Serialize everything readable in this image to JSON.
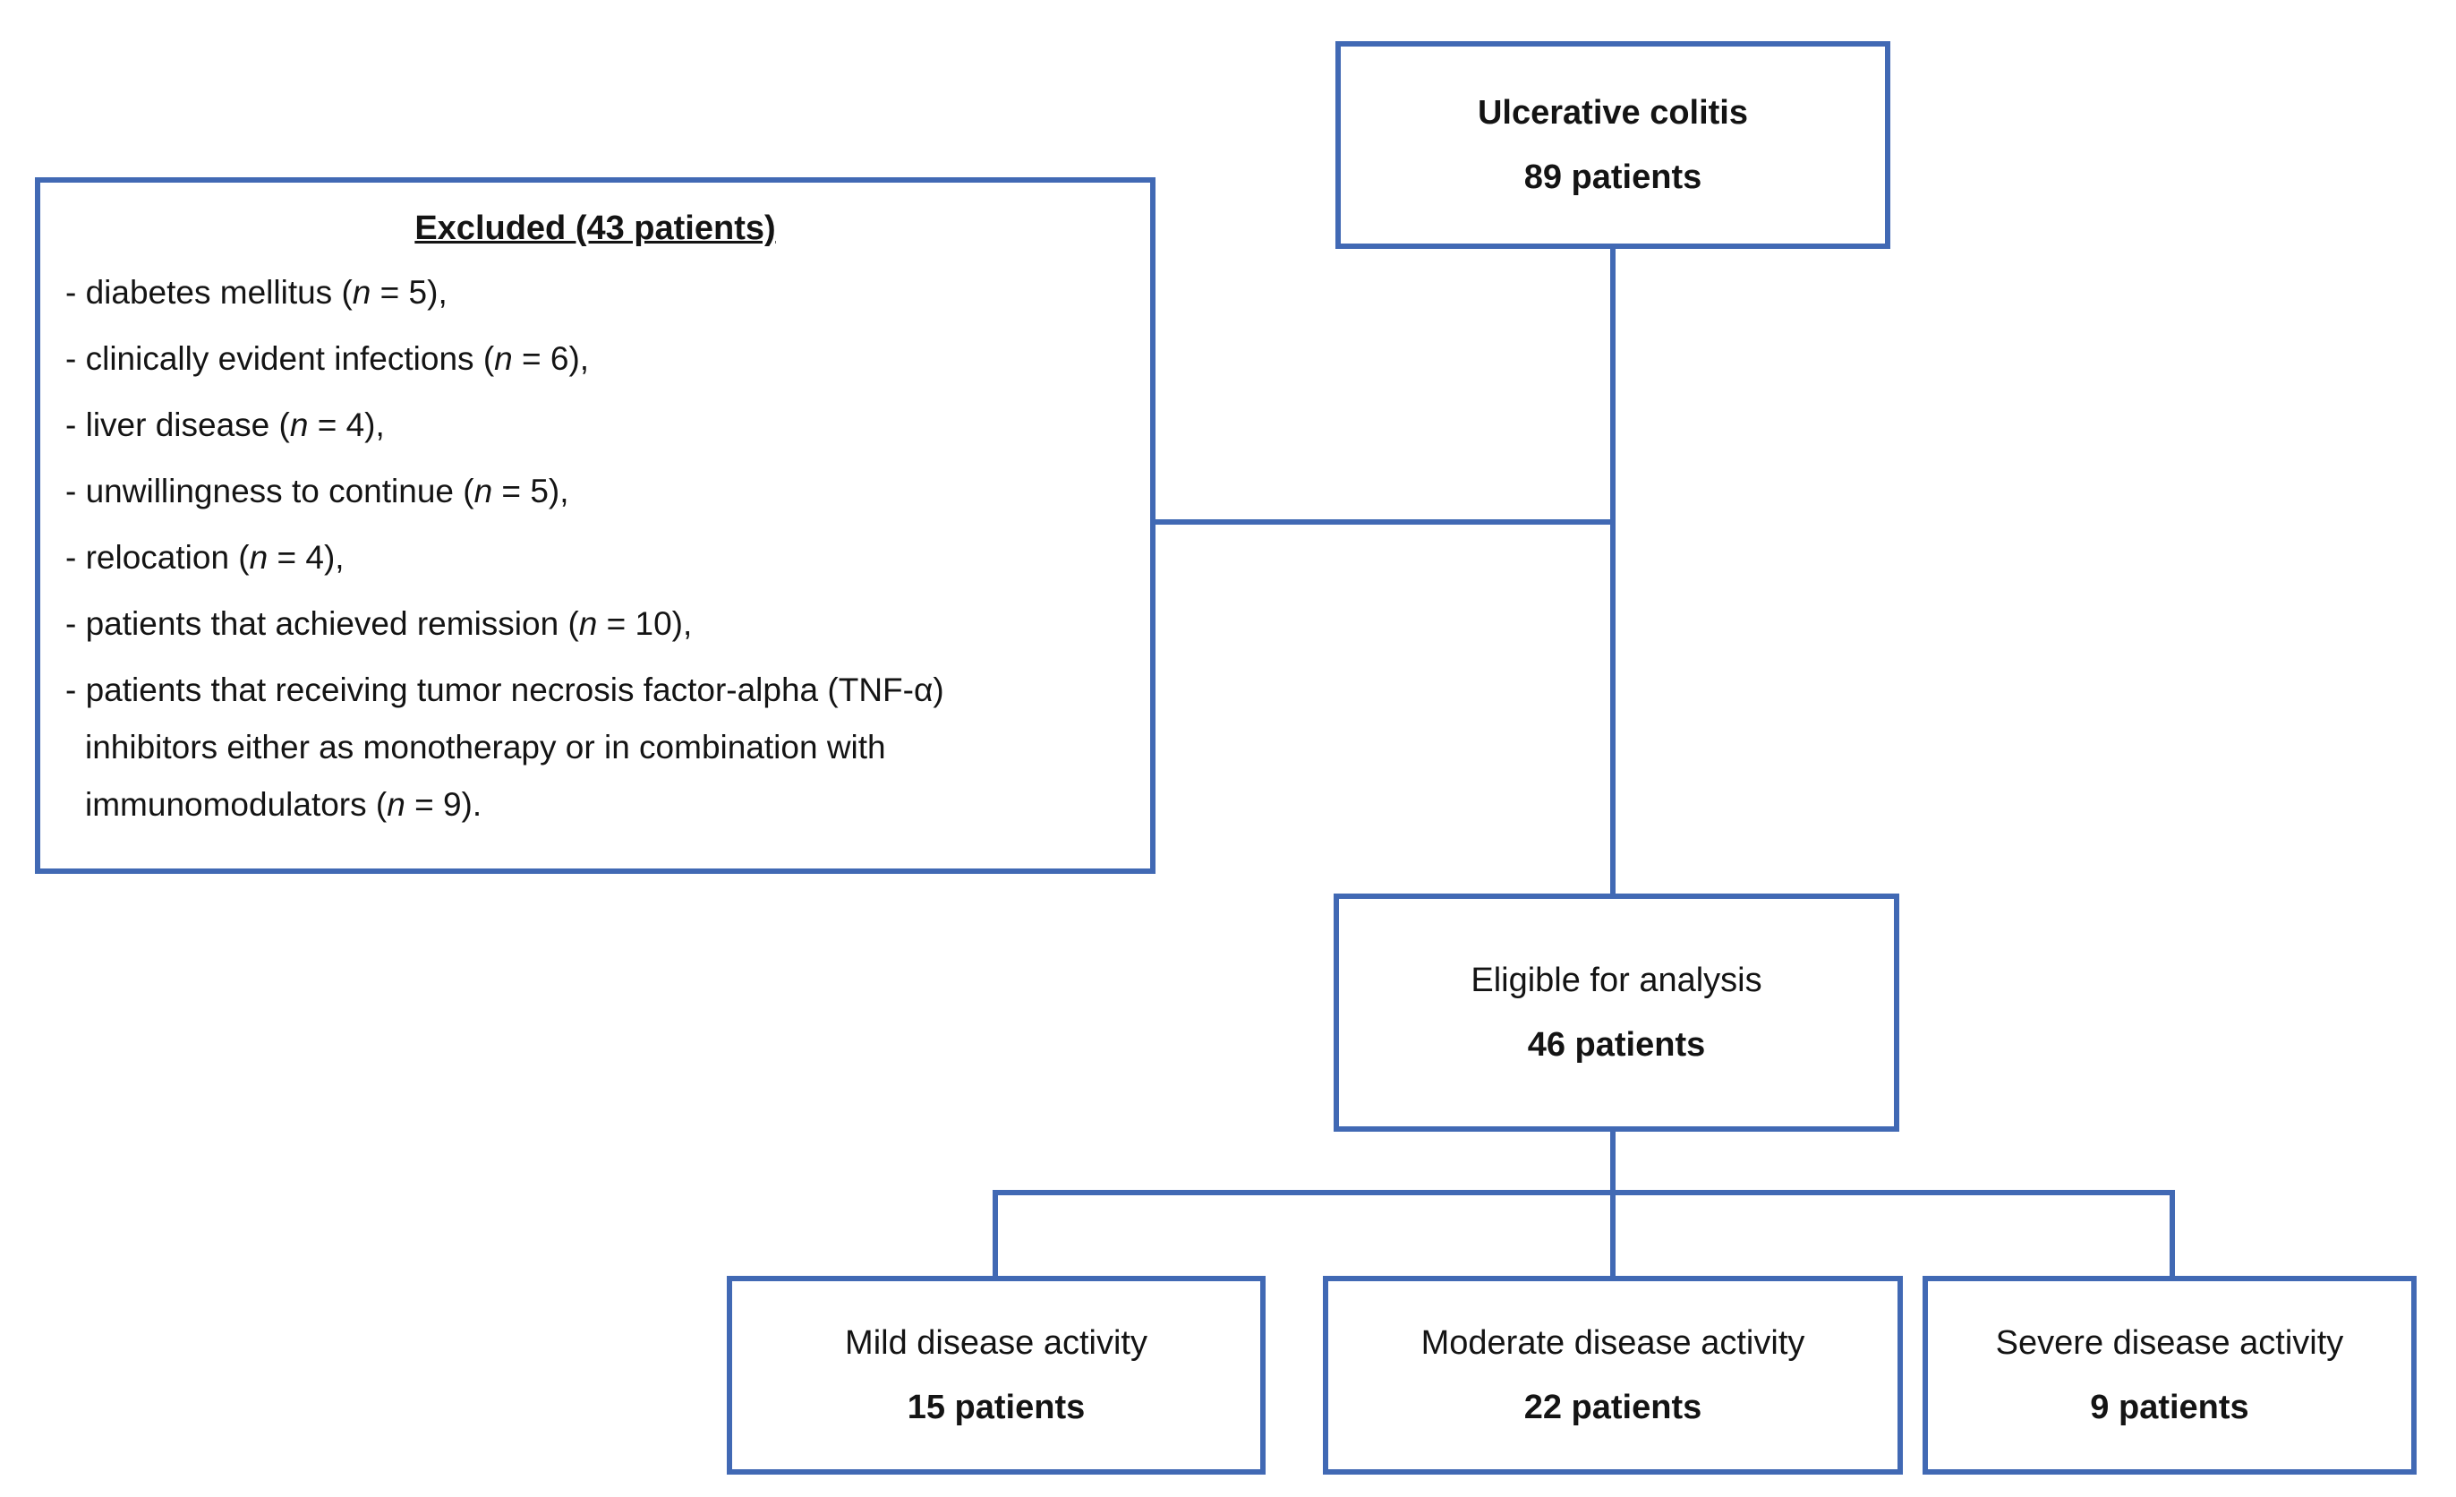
{
  "diagram": {
    "accent_color": "#4169b4",
    "nodes": {
      "root": {
        "line1": "Ulcerative colitis",
        "line2": "89 patients"
      },
      "eligible": {
        "line1": "Eligible for analysis",
        "line2": "46 patients"
      },
      "mild": {
        "line1": "Mild disease activity",
        "line2": "15 patients"
      },
      "moderate": {
        "line1": "Moderate disease activity",
        "line2": "22 patients"
      },
      "severe": {
        "line1": "Severe disease activity",
        "line2": "9 patients"
      }
    },
    "excluded": {
      "title": "Excluded (43 patients)",
      "items": [
        {
          "text": "- diabetes mellitus (*n* = 5),",
          "cont": false
        },
        {
          "text": "- clinically evident infections (*n* = 6),",
          "cont": false
        },
        {
          "text": "- liver disease (*n* = 4),",
          "cont": false
        },
        {
          "text": "- unwillingness to continue (*n* = 5),",
          "cont": false
        },
        {
          "text": "- relocation (*n* = 4),",
          "cont": false
        },
        {
          "text": "- patients that achieved remission (*n* = 10),",
          "cont": false
        },
        {
          "text": "- patients that receiving tumor necrosis factor-alpha (TNF-α)",
          "cont": false
        },
        {
          "text": "inhibitors either as monotherapy or in combination with",
          "cont": true
        },
        {
          "text": "immunomodulators (*n* = 9).",
          "cont": true
        }
      ]
    }
  }
}
